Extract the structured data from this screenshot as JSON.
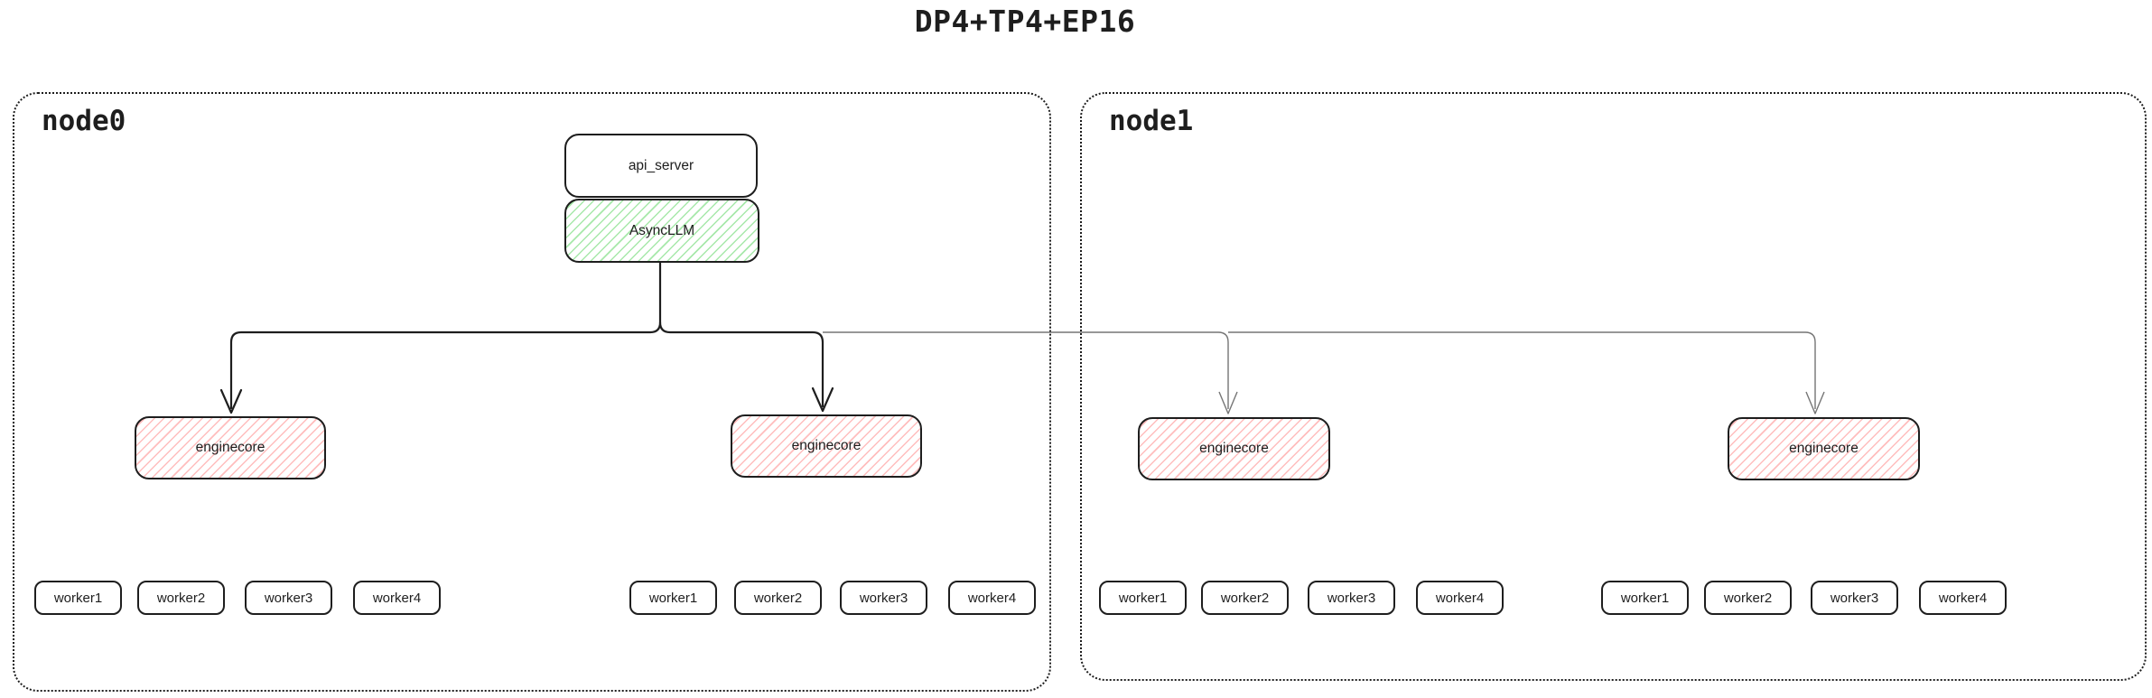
{
  "title": "DP4+TP4+EP16",
  "colors": {
    "ink": "#1e1e1e",
    "green-hatch": "#a7e8aa",
    "pink-hatch": "#ffbdbd",
    "remote-line": "#757575"
  },
  "node0": {
    "label": "node0",
    "api_server": "api_server",
    "asyncllm": "AsyncLLM"
  },
  "node1": {
    "label": "node1"
  },
  "engine_groups": [
    {
      "node": "node0",
      "label": "enginecore",
      "workers": [
        "worker1",
        "worker2",
        "worker3",
        "worker4"
      ]
    },
    {
      "node": "node0",
      "label": "enginecore",
      "workers": [
        "worker1",
        "worker2",
        "worker3",
        "worker4"
      ]
    },
    {
      "node": "node1",
      "label": "enginecore",
      "workers": [
        "worker1",
        "worker2",
        "worker3",
        "worker4"
      ]
    },
    {
      "node": "node1",
      "label": "enginecore",
      "workers": [
        "worker1",
        "worker2",
        "worker3",
        "worker4"
      ]
    }
  ]
}
